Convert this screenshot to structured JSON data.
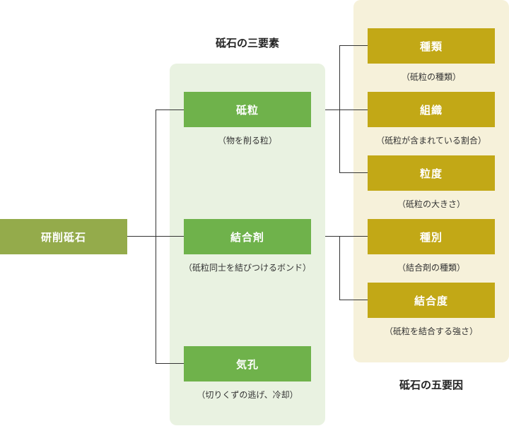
{
  "titles": {
    "three_elements": "砥石の三要素",
    "five_factors": "砥石の五要因"
  },
  "root": {
    "label": "研削砥石"
  },
  "elements": [
    {
      "label": "砥粒",
      "caption": "（物を削る粒）"
    },
    {
      "label": "結合剤",
      "caption": "（砥粒同士を結びつけるボンド）"
    },
    {
      "label": "気孔",
      "caption": "（切りくずの逃げ、冷却）"
    }
  ],
  "factors": [
    {
      "label": "種類",
      "caption": "（砥粒の種類）"
    },
    {
      "label": "組織",
      "caption": "（砥粒が含まれている割合）"
    },
    {
      "label": "粒度",
      "caption": "（砥粒の大きさ）"
    },
    {
      "label": "種別",
      "caption": "（結合剤の種類）"
    },
    {
      "label": "結合度",
      "caption": "（砥粒を結合する強さ）"
    }
  ],
  "colors": {
    "root_box": "#94ab4b",
    "element_box": "#6fb24b",
    "factor_box": "#c2a816",
    "element_panel": "#e9f2e1",
    "factor_panel": "#f6f1da"
  }
}
